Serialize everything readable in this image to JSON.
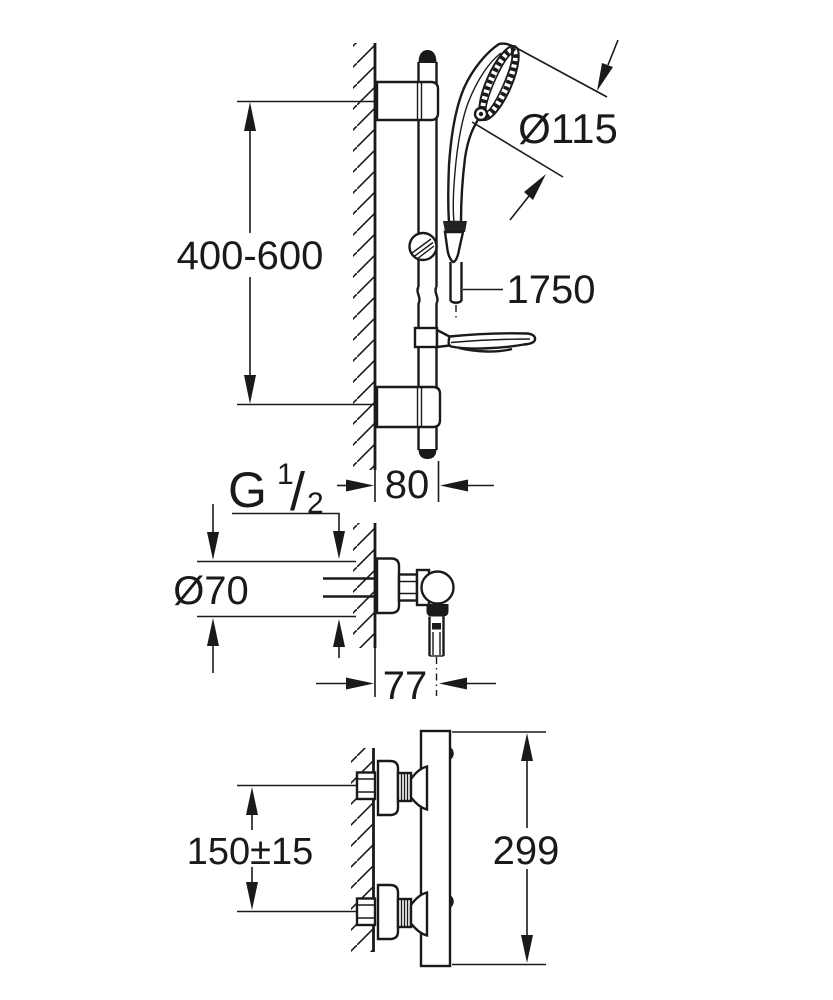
{
  "colors": {
    "background": "#ffffff",
    "ink": "#1a1a1a"
  },
  "dimensions": {
    "rail_height": "400-600",
    "head_diameter": "Ø115",
    "hose_length": "1750",
    "wall_offset": "80",
    "flange_diameter": "Ø70",
    "valve_depth": "77",
    "inlet_spacing": "150±15",
    "body_height": "299",
    "thread": {
      "letter": "G",
      "numerator": "1",
      "slash": "/",
      "denominator": "2"
    }
  }
}
